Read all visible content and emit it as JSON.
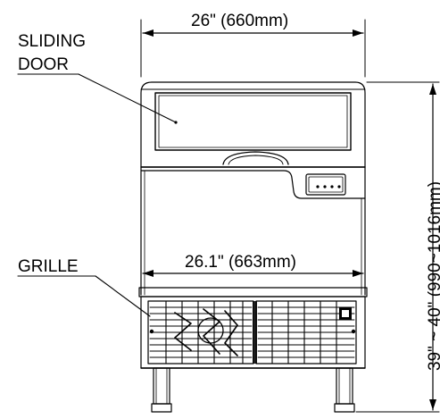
{
  "callouts": {
    "sliding_door_line1": "SLIDING",
    "sliding_door_line2": "DOOR",
    "grille": "GRILLE"
  },
  "dimensions": {
    "top_width": "26\" (660mm)",
    "mid_width": "26.1\" (663mm)",
    "height": "39\" ~ 40\" (990~1016mm)"
  },
  "colors": {
    "line": "#000000",
    "background": "#ffffff"
  }
}
